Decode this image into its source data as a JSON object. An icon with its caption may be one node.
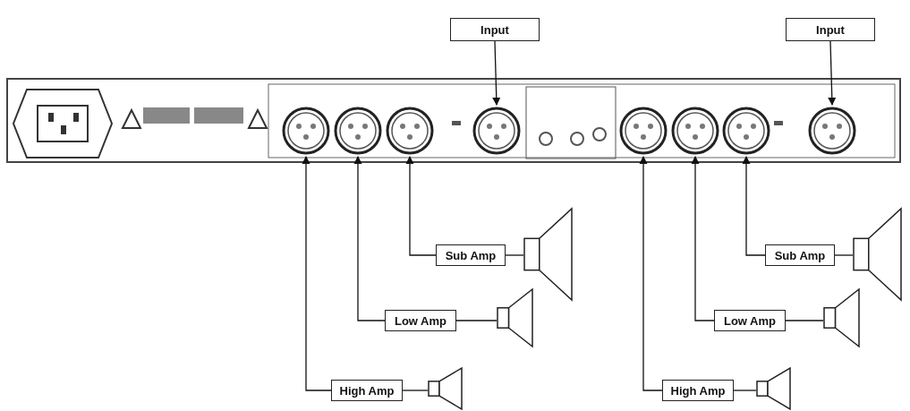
{
  "diagram": {
    "nodes": [
      {
        "text": [
          "Input"
        ]
      },
      {
        "text": [
          "Input"
        ]
      },
      {
        "text": [],
        "shape": "circle"
      },
      {
        "text": [],
        "shape": "circle"
      },
      {
        "text": [],
        "shape": "circle"
      },
      {
        "text": [],
        "shape": "circle"
      },
      {
        "text": [],
        "shape": "circle"
      },
      {
        "text": [],
        "shape": "circle"
      },
      {
        "text": [],
        "shape": "circle"
      },
      {
        "text": [],
        "shape": "circle"
      },
      {
        "text": [
          "Sub Amp"
        ]
      },
      {
        "text": [],
        "shape": "speaker"
      },
      {
        "text": [
          "Sub Amp"
        ]
      },
      {
        "text": [],
        "shape": "speaker"
      },
      {
        "text": [
          "Low Amp"
        ]
      },
      {
        "text": [],
        "shape": "speaker"
      },
      {
        "text": [
          "Low Amp"
        ]
      },
      {
        "text": [],
        "shape": "speaker"
      },
      {
        "text": [
          "High Amp"
        ]
      },
      {
        "text": [],
        "shape": "speaker"
      },
      {
        "text": [
          "High Amp"
        ]
      },
      {
        "text": [],
        "shape": "speaker"
      }
    ],
    "edges": [
      {
        "from": 0,
        "to": 5,
        "arrow": "to"
      },
      {
        "from": 1,
        "to": 9,
        "arrow": "to"
      },
      {
        "from": 10,
        "to": 4,
        "arrow": "to"
      },
      {
        "from": 10,
        "to": 11,
        "arrow": "none"
      },
      {
        "from": 12,
        "to": 8,
        "arrow": "to"
      },
      {
        "from": 12,
        "to": 13,
        "arrow": "none"
      },
      {
        "from": 14,
        "to": 3,
        "arrow": "to"
      },
      {
        "from": 14,
        "to": 15,
        "arrow": "none"
      },
      {
        "from": 16,
        "to": 7,
        "arrow": "to"
      },
      {
        "from": 16,
        "to": 17,
        "arrow": "none"
      },
      {
        "from": 18,
        "to": 2,
        "arrow": "to"
      },
      {
        "from": 18,
        "to": 19,
        "arrow": "none"
      },
      {
        "from": 20,
        "to": 6,
        "arrow": "to"
      },
      {
        "from": 20,
        "to": 21,
        "arrow": "none"
      }
    ]
  }
}
